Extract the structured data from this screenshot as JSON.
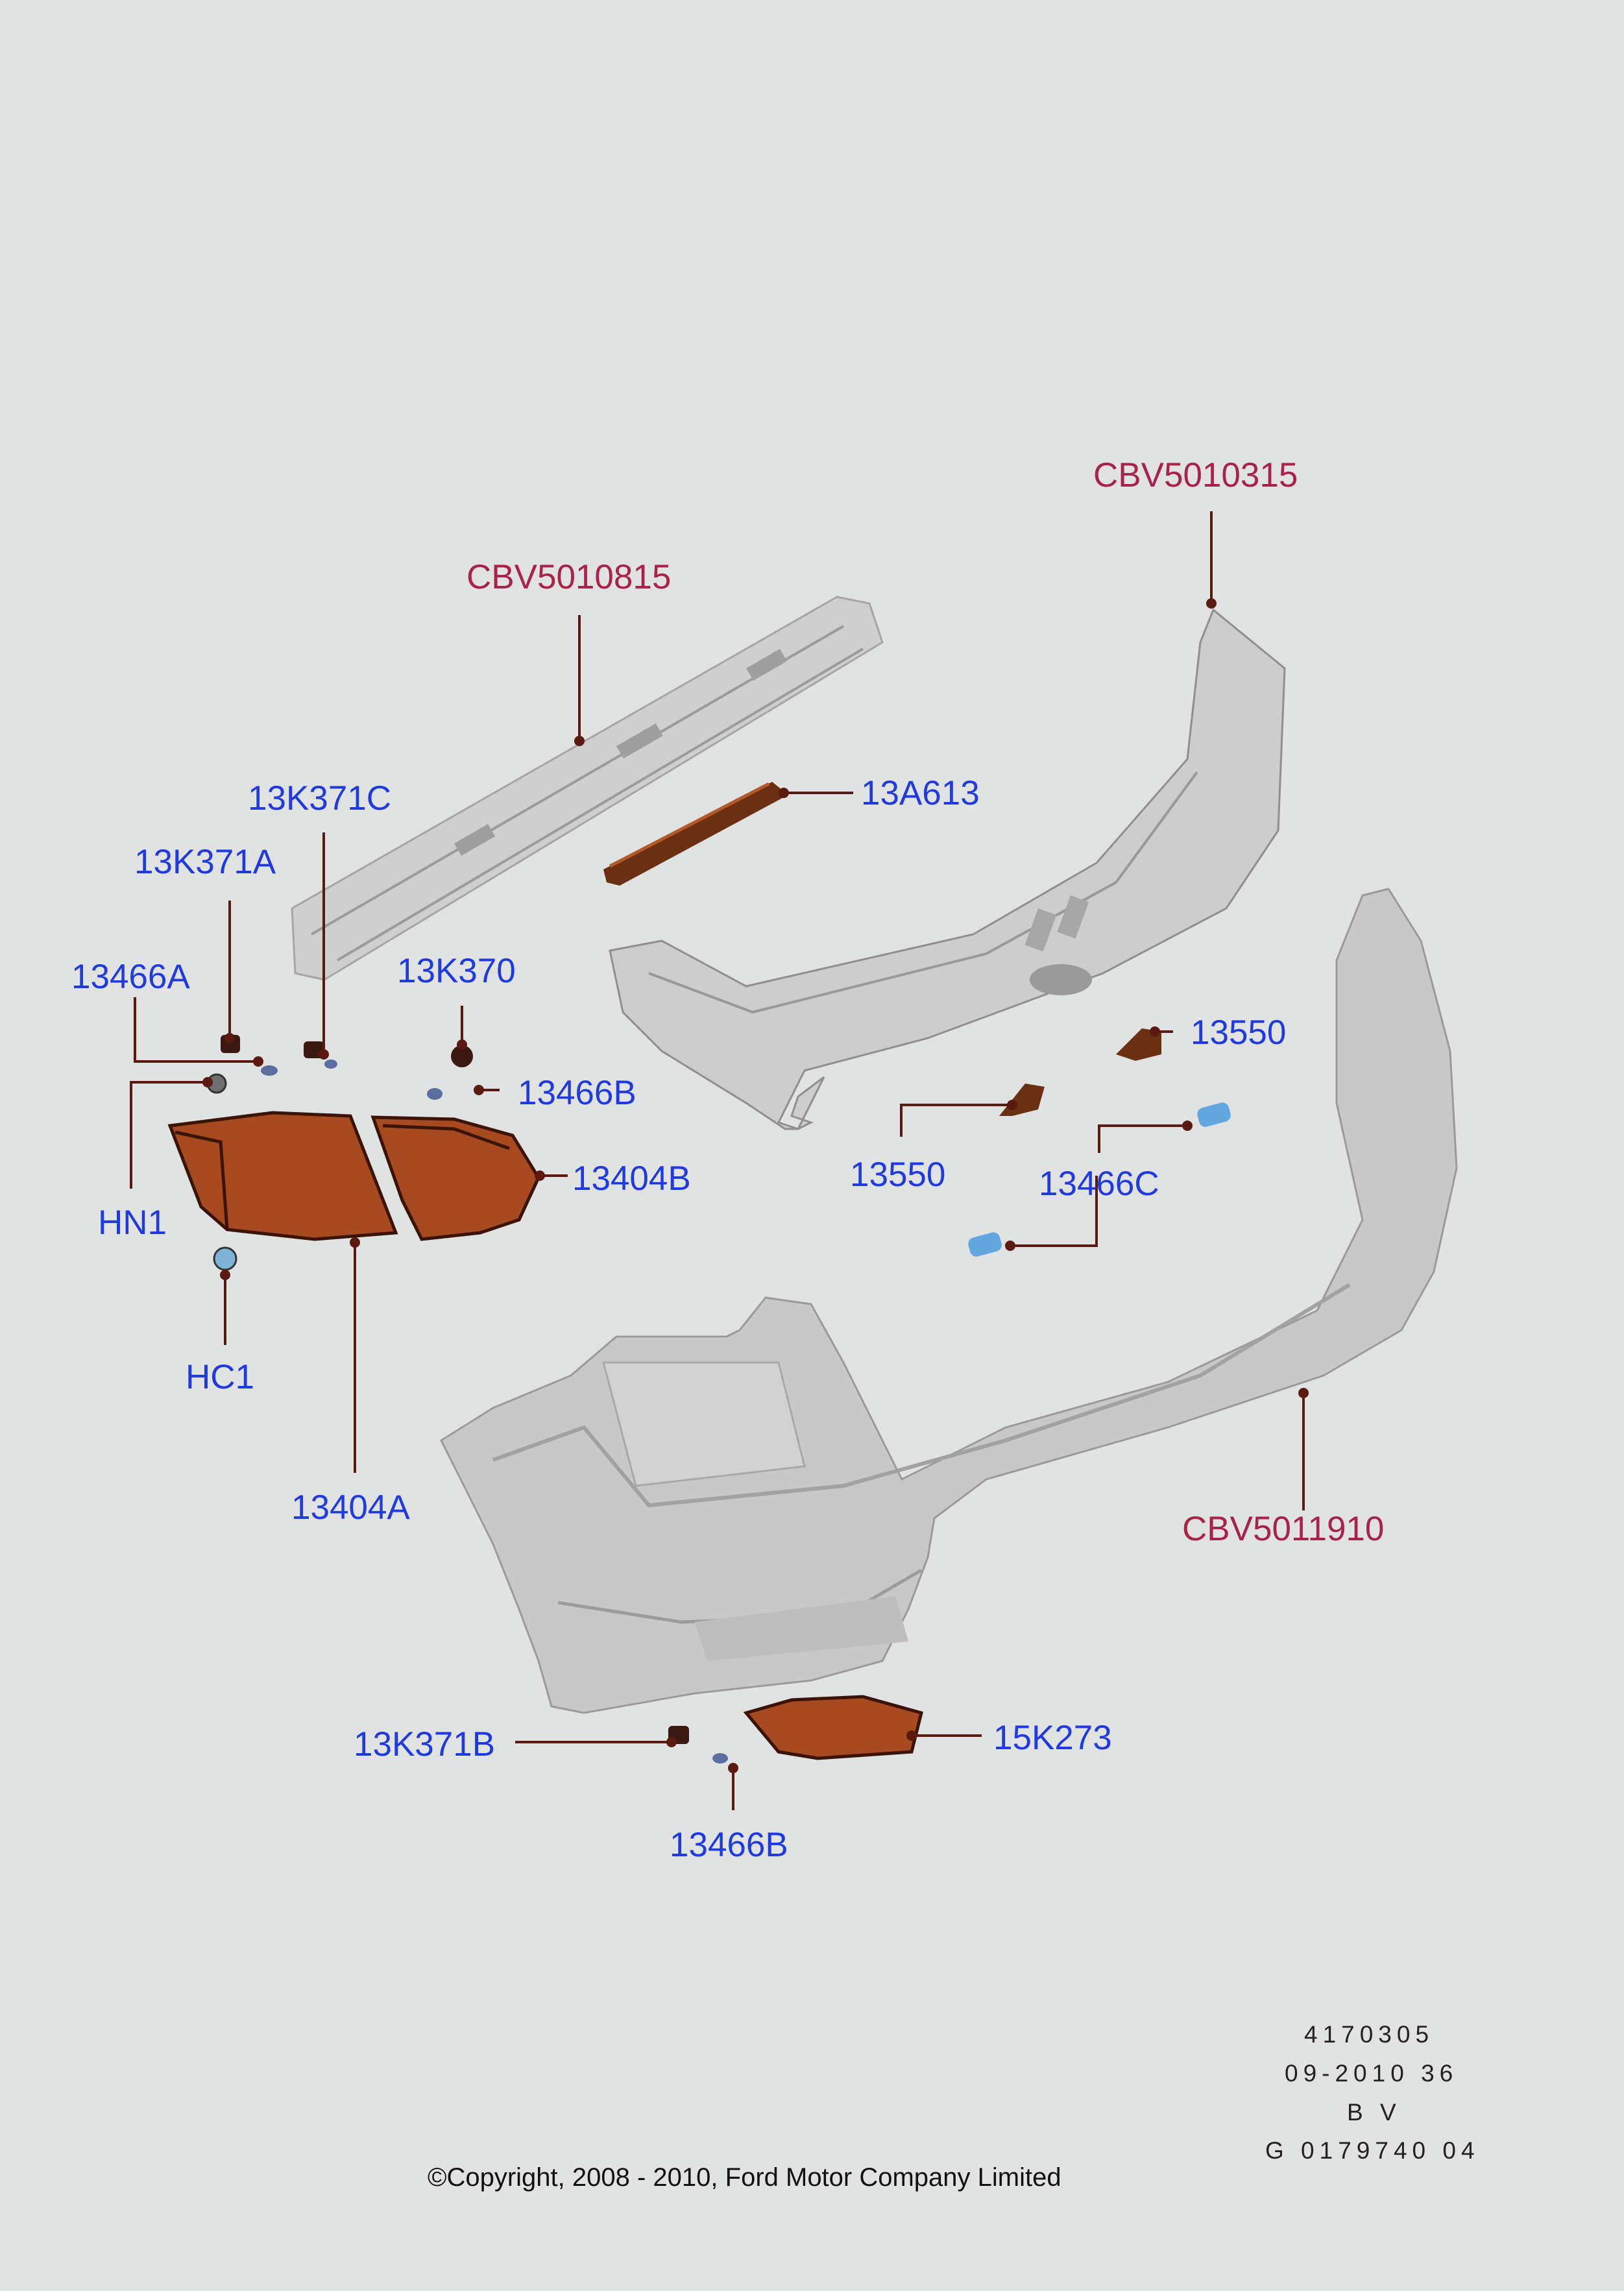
{
  "labels": {
    "cbv5010315": "CBV5010315",
    "cbv5010815": "CBV5010815",
    "p13a613": "13A613",
    "p13k371c": "13K371C",
    "p13k371a": "13K371A",
    "p13466a": "13466A",
    "p13k370": "13K370",
    "p13466b_top": "13466B",
    "p13404b": "13404B",
    "hn1": "HN1",
    "hc1": "HC1",
    "p13404a": "13404A",
    "p13550_right": "13550",
    "p13550_left": "13550",
    "p13466c": "13466C",
    "cbv5011910": "CBV5011910",
    "p13k371b": "13K371B",
    "p15k273": "15K273",
    "p13466b_bottom": "13466B"
  },
  "footer": {
    "line1": "4170305",
    "line2": "09-2010 36",
    "line3": "B V",
    "line4": "G 0179740 04",
    "copyright": "©Copyright, 2008 - 2010, Ford Motor Company Limited"
  },
  "colors": {
    "part_number": "#1e3ae0",
    "assembly_number": "#a9224a",
    "part_fill": "#c9c9c9",
    "lamp_fill": "#a84a20",
    "leader": "#5a1a10"
  }
}
